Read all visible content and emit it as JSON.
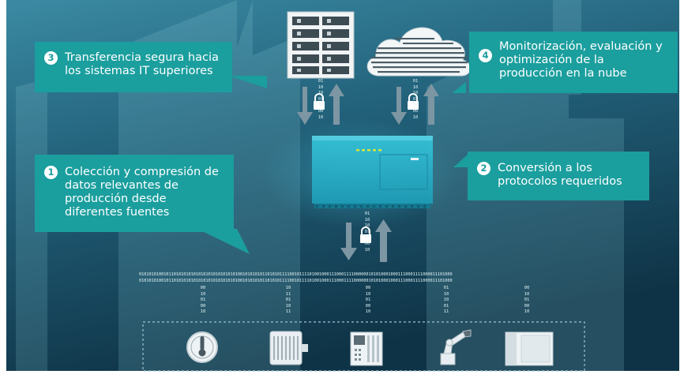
{
  "callouts": [
    {
      "num": "3",
      "text": "Transferencia segura hacia los sistemas IT superiores"
    },
    {
      "num": "4",
      "text": "Monitorización, evaluación y optimización de la producción en la nube"
    },
    {
      "num": "1",
      "text": "Colección y compresión de datos relevantes de producción desde diferentes fuentes"
    },
    {
      "num": "2",
      "text": "Conversión a los protocolos requeridos"
    }
  ],
  "binary": {
    "stream_line_1": "0101010100101101010101010101010101010101001010101011010101111001011110100100011100011110000001010100010001110001111000011101000",
    "stream_line_2": "0101010100101101010101010101010101010101001010101011010101111001011110100100011100011110000001010100010001110001111000011101000",
    "bits": "01 10 10 01 10 00 10",
    "col_a": "00 10 01 00 10",
    "col_b": "10 11 01 10 11",
    "col_c": "00 10 01 00 10",
    "col_d": "01 10 10 01 11",
    "col_e": "00 10 01 00 10"
  },
  "colors": {
    "background_top": "#3b8aa3",
    "background_bottom": "#0f3346",
    "callout": "#1b9e9e",
    "device": "#2ab3cc",
    "arrow": "#7d96a3",
    "led": "#d6e63a"
  },
  "icons": [
    "server-rack-icon",
    "cloud-data-icon",
    "lock-icon",
    "thermometer-icon",
    "motor-icon",
    "control-panel-icon",
    "robot-arm-icon",
    "drive-cabinet-icon"
  ]
}
